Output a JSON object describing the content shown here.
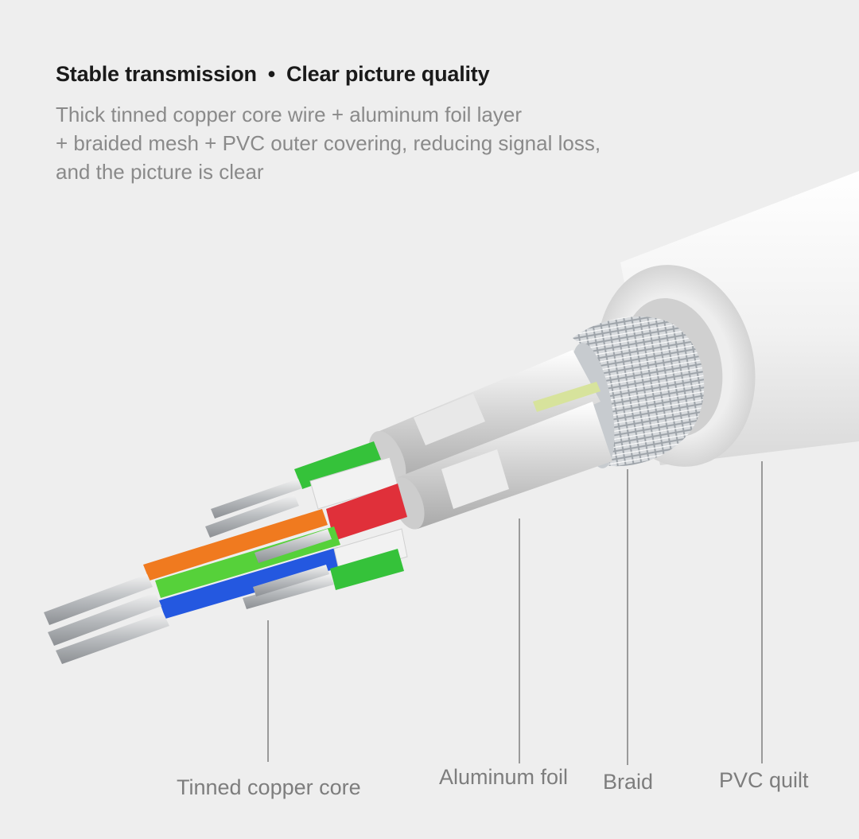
{
  "header": {
    "title_part1": "Stable transmission",
    "separator": "•",
    "title_part2": "Clear picture quality",
    "description_lines": [
      "Thick tinned copper core wire + aluminum foil layer",
      "+ braided mesh + PVC outer covering, reducing signal loss,",
      "and the picture is clear"
    ]
  },
  "callouts": {
    "core": "Tinned copper core",
    "foil": "Aluminum foil",
    "braid": "Braid",
    "pvc": "PVC quilt"
  },
  "colors": {
    "background": "#eeeeee",
    "jacket": "#f4f4f4",
    "braid": "#c9cdd3",
    "foil": "#d8d8d8",
    "wire_green": "#35c23a",
    "wire_red": "#e0303a",
    "wire_orange": "#f07a1f",
    "wire_blue": "#2458e0",
    "wire_white": "#f2f2f2",
    "copper_strand": "#bfc3c7"
  }
}
